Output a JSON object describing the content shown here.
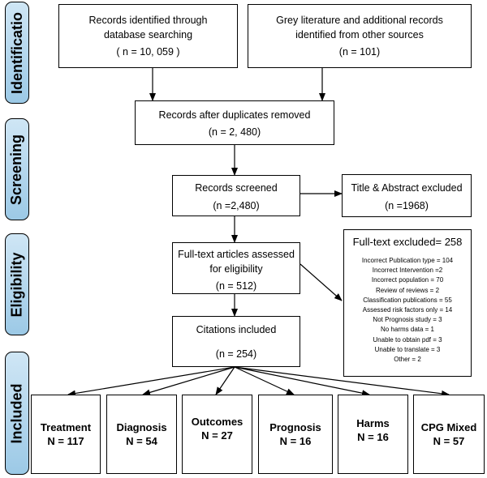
{
  "stages": [
    "Identificatio",
    "Screening",
    "Eligibility",
    "Included"
  ],
  "boxes": {
    "db_search": [
      "Records identified through",
      "database searching",
      "( n = 10, 059  )"
    ],
    "grey_lit": [
      "Grey literature and additional records",
      "identified from other sources",
      "(n = 101)"
    ],
    "dedup": [
      "Records after duplicates removed",
      "(n =  2, 480)"
    ],
    "screened": [
      "Records screened",
      "(n =2,480)"
    ],
    "ta_excluded": [
      "Title & Abstract excluded",
      "(n =1968)"
    ],
    "fulltext": [
      "Full-text articles assessed",
      "for eligibility",
      "(n = 512)"
    ],
    "included": [
      "Citations included",
      "(n = 254)"
    ]
  },
  "fulltext_excluded": {
    "heading": "Full-text excluded= 258",
    "items": [
      "Incorrect Publication type = 104",
      "Incorrect Intervention =2",
      "Incorrect population = 70",
      "Review of reviews = 2",
      "Classification publications = 55",
      "Assessed risk factors only = 14",
      "Not Prognosis study = 3",
      "No harms data = 1",
      "Unable to obtain pdf = 3",
      "Unable to translate = 3",
      "Other = 2"
    ]
  },
  "categories": [
    {
      "name": "Treatment",
      "count": "N = 117"
    },
    {
      "name": "Diagnosis",
      "count": "N = 54"
    },
    {
      "name": "Outcomes",
      "count": "N = 27"
    },
    {
      "name": "Prognosis",
      "count": "N = 16"
    },
    {
      "name": "Harms",
      "count": "N = 16"
    },
    {
      "name": "CPG Mixed",
      "count": "N = 57"
    }
  ],
  "colors": {
    "stage_fill": "#9cc9e6",
    "line": "#000000"
  }
}
